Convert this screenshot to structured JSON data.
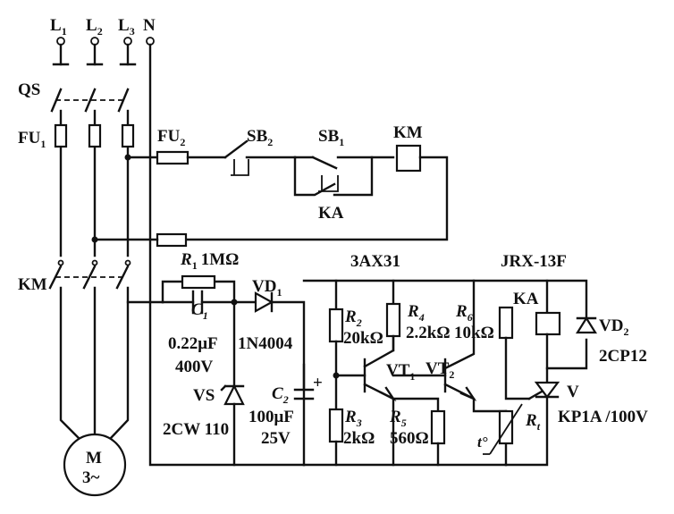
{
  "phases": {
    "L1": [
      "L",
      "1"
    ],
    "L2": [
      "L",
      "2"
    ],
    "L3": [
      "L",
      "3"
    ],
    "N": "N"
  },
  "switch_qs": "QS",
  "fuse_fu1": [
    "FU",
    "1"
  ],
  "fuse_fu2": [
    "FU",
    "2"
  ],
  "button_sb2": [
    "SB",
    "2"
  ],
  "button_sb1": [
    "SB",
    "1"
  ],
  "coil_km": "KM",
  "contact_ka": "KA",
  "contactor_km": "KM",
  "resistor_r1": {
    "sym": [
      "R",
      "1"
    ],
    "value": "1MΩ"
  },
  "capacitor_c1": {
    "sym": [
      "C",
      "1"
    ],
    "value": "0.22μF",
    "voltage": "400V"
  },
  "diode_vd1": {
    "sym": [
      "VD",
      "1"
    ],
    "part": "1N4004"
  },
  "zener_vs": {
    "sym": "VS",
    "part": "2CW 110"
  },
  "capacitor_c2": {
    "sym": [
      "C",
      "2"
    ],
    "value": "100μF",
    "voltage": "25V",
    "polarity": "+"
  },
  "transistor_type": "3AX31",
  "resistor_r2": {
    "sym": [
      "R",
      "2"
    ],
    "value": "20kΩ"
  },
  "resistor_r3": {
    "sym": [
      "R",
      "3"
    ],
    "value": "2kΩ"
  },
  "resistor_r4": {
    "sym": [
      "R",
      "4"
    ],
    "value": "2.2kΩ"
  },
  "resistor_r5": {
    "sym": [
      "R",
      "5"
    ],
    "value": "560Ω"
  },
  "resistor_r6": {
    "sym": [
      "R",
      "6"
    ],
    "value": "10kΩ"
  },
  "transistor_vt1": [
    "VT",
    "1"
  ],
  "transistor_vt2": [
    "VT",
    "2"
  ],
  "relay_type": "JRX-13F",
  "relay_ka": "KA",
  "diode_vd2": {
    "sym": [
      "VD",
      "2"
    ],
    "part": "2CP12"
  },
  "thyristor_v": {
    "sym": "V",
    "part": "KP1A /100V"
  },
  "thermistor_rt": {
    "sym": [
      "R",
      "t"
    ],
    "mark": "t°"
  },
  "motor": {
    "name": "M",
    "phase": "3~"
  }
}
